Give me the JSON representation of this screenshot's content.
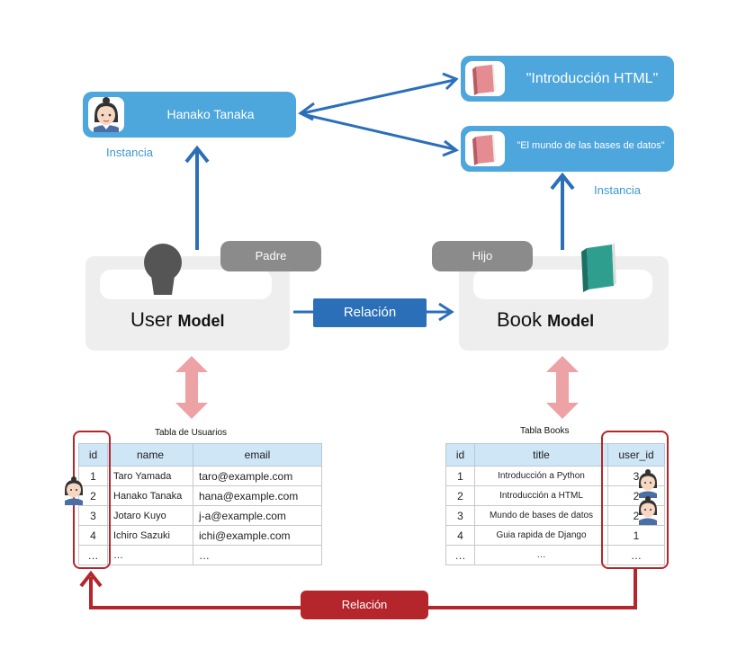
{
  "instance_user": {
    "name": "Hanako Tanaka",
    "caption": "Instancia"
  },
  "instance_books": {
    "book1": "\"Introducción HTML\"",
    "book2": "\"El mundo de las bases de datos\"",
    "caption": "Instancia"
  },
  "user_model": {
    "name": "User",
    "suffix": "Model",
    "tag": "Padre"
  },
  "book_model": {
    "name": "Book",
    "suffix": "Model",
    "tag": "Hijo"
  },
  "relation_blue": "Relación",
  "relation_red": "Relación",
  "users_table": {
    "caption": "Tabla de Usuarios",
    "headers": [
      "id",
      "name",
      "email"
    ],
    "rows": [
      [
        "1",
        "Taro Yamada",
        "taro@example.com"
      ],
      [
        "2",
        "Hanako Tanaka",
        "hana@example.com"
      ],
      [
        "3",
        "Jotaro Kuyo",
        "j-a@example.com"
      ],
      [
        "4",
        "Ichiro Sazuki",
        "ichi@example.com"
      ],
      [
        "…",
        "…",
        "…"
      ]
    ]
  },
  "books_table": {
    "caption": "Tabla Books",
    "headers": [
      "id",
      "title",
      "user_id"
    ],
    "rows": [
      [
        "1",
        "Introducción a Python",
        "3"
      ],
      [
        "2",
        "Introducción a HTML",
        "2"
      ],
      [
        "3",
        "Mundo de bases de datos",
        "2"
      ],
      [
        "4",
        "Guia rapida de Django",
        "1"
      ],
      [
        "…",
        "…",
        "…"
      ]
    ]
  },
  "colors": {
    "instance_blue": "#4da6dc",
    "arrow_blue": "#2a6fb8",
    "relation_red": "#b4262c",
    "sync_pink": "#eda3a6",
    "book_red": "#e58c92",
    "book_teal": "#2e9f8f"
  },
  "icons": {
    "woman": "woman-avatar-icon",
    "person": "person-silhouette-icon",
    "book": "book-icon"
  }
}
